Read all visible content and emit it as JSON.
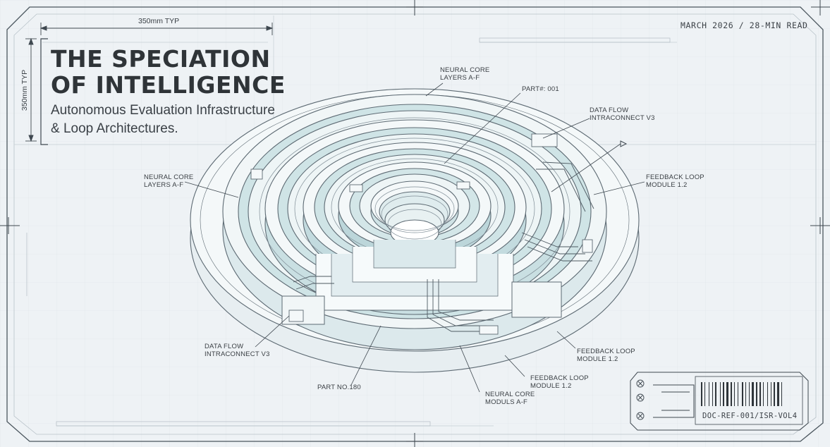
{
  "meta": {
    "date_read": "MARCH 2026 / 28-MIN READ",
    "doc_ref": "DOC-REF-001/ISR-VOL4"
  },
  "title": {
    "line1": "THE SPECIATION",
    "line2": "OF INTELLIGENCE",
    "subtitle_line1": "Autonomous Evaluation Infrastructure",
    "subtitle_line2": "& Loop Architectures."
  },
  "dimensions": {
    "width": "350mm TYP",
    "height": "350mm TYP"
  },
  "callouts": {
    "neural_core_top_1": "NEURAL CORE",
    "neural_core_top_2": "LAYERS A-F",
    "part_001": "PART#: 001",
    "data_flow_top_1": "DATA FLOW",
    "data_flow_top_2": "INTRACONNECT V3",
    "neural_core_left_1": "NEURAL CORE",
    "neural_core_left_2": "LAYERS A-F",
    "feedback_right_1": "FEEDBACK LOOP",
    "feedback_right_2": "MODULE 1.2",
    "data_flow_bottom_1": "DATA FLOW",
    "data_flow_bottom_2": "INTRACONNECT V3",
    "feedback_lower_right_1": "FEEDBACK LOOP",
    "feedback_lower_right_2": "MODULE 1.2",
    "feedback_bottom_1": "FEEDBACK LOOP",
    "feedback_bottom_2": "MODULE 1.2",
    "part_180": "PART NO.180",
    "neural_core_bottom_1": "NEURAL CORE",
    "neural_core_bottom_2": "MODULS A-F"
  },
  "colors": {
    "background": "#eef2f5",
    "line": "#5d6a73",
    "fill_cyan": "#cfe4e6",
    "fill_light": "#f4f8f9"
  },
  "icons": [
    "crosshair-icon",
    "barcode-icon",
    "screw-icon",
    "arrow-icon"
  ]
}
